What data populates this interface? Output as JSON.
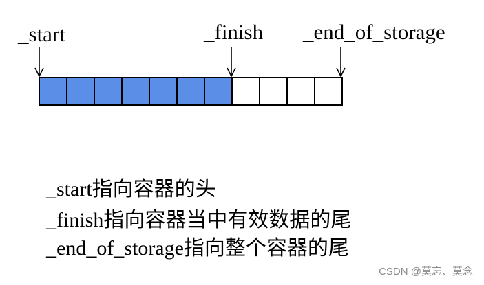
{
  "diagram": {
    "pointers": {
      "start": "_start",
      "finish": "_finish",
      "end_of_storage": "_end_of_storage"
    },
    "cells": {
      "total": 11,
      "filled": 7,
      "filled_color": "#5b8ee6",
      "empty_color": "#ffffff",
      "border_color": "#000000"
    }
  },
  "description": {
    "lines": [
      "_start指向容器的头",
      "_finish指向容器当中有效数据的尾",
      "_end_of_storage指向整个容器的尾"
    ]
  },
  "watermark": "CSDN @莫忘、莫念"
}
